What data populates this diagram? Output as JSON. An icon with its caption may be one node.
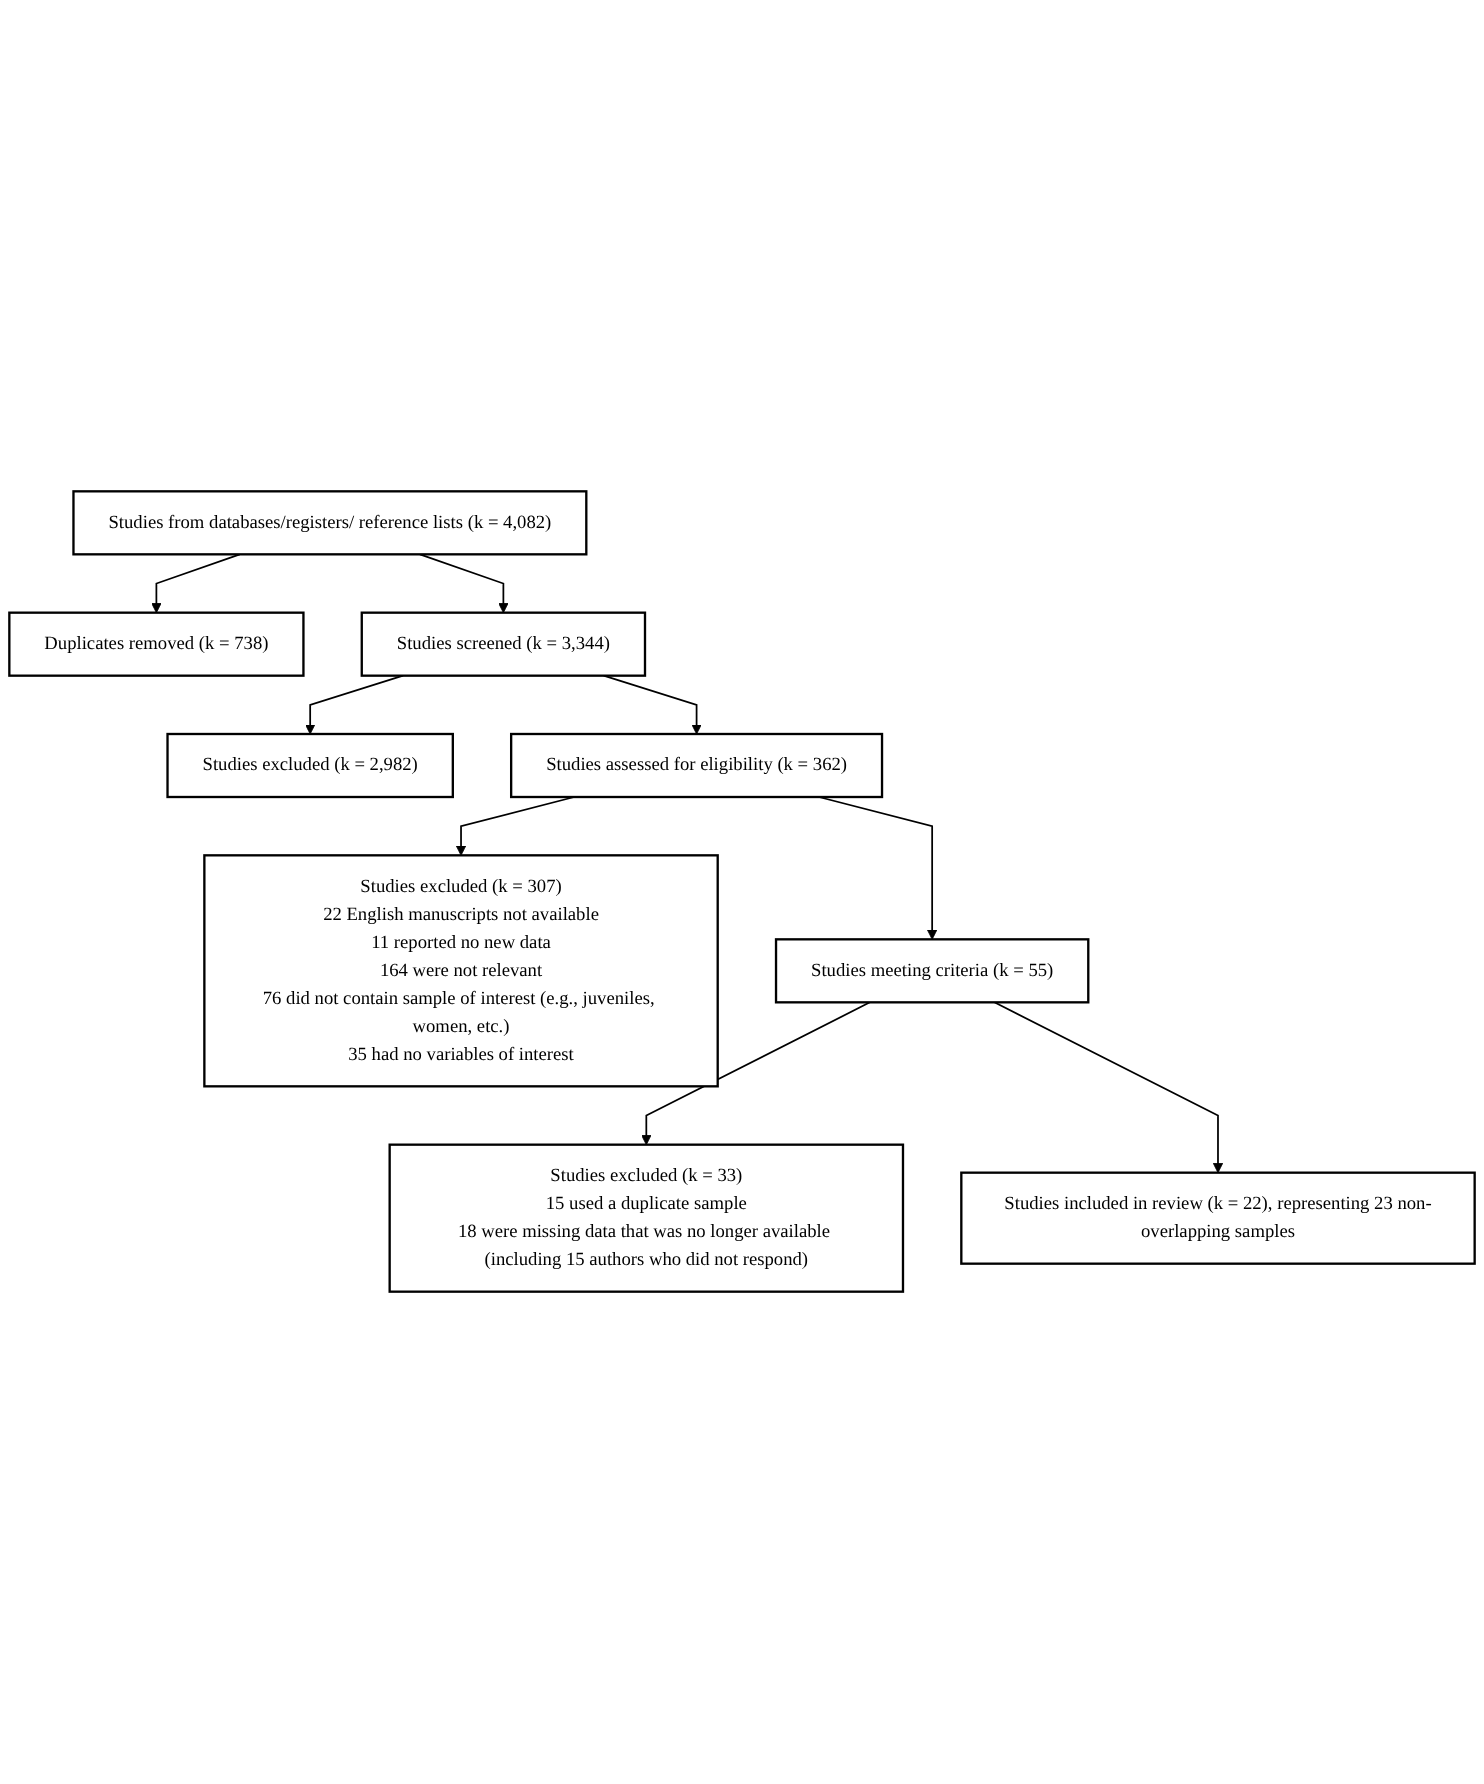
{
  "diagram": {
    "nodes": [
      {
        "text": [
          "Studies from databases/registers/ reference lists (k = 4,082)"
        ]
      },
      {
        "text": [
          "Duplicates removed (k = 738)"
        ]
      },
      {
        "text": [
          "Studies screened (k = 3,344)"
        ]
      },
      {
        "text": [
          "Studies excluded (k = 2,982)"
        ]
      },
      {
        "text": [
          "Studies assessed for eligibility (k = 362)"
        ]
      },
      {
        "text": [
          "Studies excluded (k = 307)",
          "22 English manuscripts not available",
          "11 reported no new data",
          "164 were not relevant",
          "76 did not contain sample of interest (e.g., juveniles, women, etc.)",
          "35 had no variables of interest"
        ]
      },
      {
        "text": [
          "Studies meeting criteria (k = 55)"
        ]
      },
      {
        "text": [
          "Studies excluded (k = 33)",
          "15 used a duplicate sample",
          "18 were missing data that was no longer available (including 15 authors who did not respond)"
        ]
      },
      {
        "text": [
          "Studies included in review (k = 22), representing 23 non-overlapping samples"
        ]
      }
    ],
    "edges": [
      {
        "from": 0,
        "to": 1,
        "arrow": "to"
      },
      {
        "from": 0,
        "to": 2,
        "arrow": "to"
      },
      {
        "from": 2,
        "to": 3,
        "arrow": "to"
      },
      {
        "from": 2,
        "to": 4,
        "arrow": "to"
      },
      {
        "from": 4,
        "to": 5,
        "arrow": "to"
      },
      {
        "from": 4,
        "to": 6,
        "arrow": "to"
      },
      {
        "from": 6,
        "to": 7,
        "arrow": "to"
      },
      {
        "from": 6,
        "to": 8,
        "arrow": "to"
      }
    ]
  }
}
